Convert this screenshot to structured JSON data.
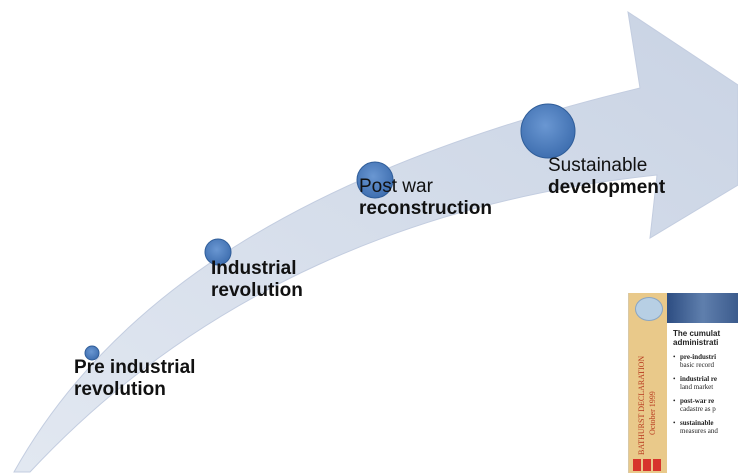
{
  "stages": [
    {
      "line1": "Pre industrial",
      "line2": "revolution"
    },
    {
      "line1": "Industrial",
      "line2": "revolution"
    },
    {
      "line1": "Post war",
      "line2": "reconstruction"
    },
    {
      "line1": "Sustainable",
      "line2": "development"
    }
  ],
  "document": {
    "vertical_title": "BATHURST DECLARATION",
    "vertical_date": "October 1999",
    "heading_line1": "The cumulat",
    "heading_line2": "administrati",
    "items": [
      {
        "bold": "pre-industri",
        "sub": "basic record"
      },
      {
        "bold": "industrial re",
        "sub": "land market"
      },
      {
        "bold": "post-war re",
        "sub": "cadastre as p"
      },
      {
        "bold": "sustainable",
        "sub": "measures and"
      }
    ]
  },
  "colors": {
    "arrow": "#d3dbe9",
    "node": "#4e7ec0",
    "node_edge": "#2f5d99",
    "label_text": "#111111"
  }
}
